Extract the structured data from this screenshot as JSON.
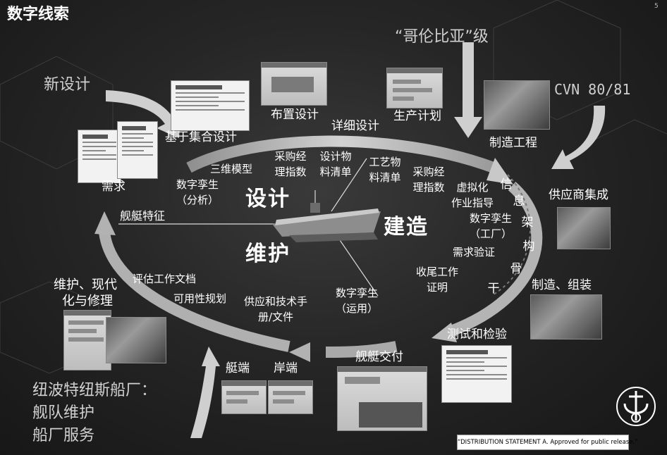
{
  "title": "数字线索",
  "page_number": "5",
  "left_labels": {
    "new_design": "新设计",
    "ship_characteristics": "舰艇特征",
    "maintenance_line1": "维护、现代",
    "maintenance_line2": "化与修理"
  },
  "top_right": {
    "columbia_class": "“哥伦比亚”级",
    "cvn": "CVN 80/81"
  },
  "stage_labels": {
    "requirements": "需求",
    "set_based_design": "基于集合设计",
    "arrangement_design": "布置设计",
    "detail_design": "详细设计",
    "production_planning": "生产计划",
    "manufacturing_engineering": "制造工程",
    "supplier_integration": "供应商集成",
    "manufacture_assembly": "制造、组装",
    "test_inspection": "测试和检验",
    "ship_delivery": "舰艇交付",
    "shipboard": "艇端",
    "shore": "岸端"
  },
  "inner_labels": {
    "model_3d": "三维模型",
    "purchase_index_1_line1": "采购经",
    "purchase_index_1_line2": "理指数",
    "design_bom_line1": "设计物",
    "design_bom_line2": "料清单",
    "process_bom_line1": "工艺物",
    "process_bom_line2": "料清单",
    "purchase_index_2_line1": "采购经",
    "purchase_index_2_line2": "理指数",
    "virtual_work_line1": "虚拟化",
    "virtual_work_line2": "作业指导",
    "twin_analysis_line1": "数字孪生",
    "twin_analysis_line2": "（分析）",
    "twin_factory_line1": "数字孪生",
    "twin_factory_line2": "（工厂）",
    "requirements_verification": "需求验证",
    "closeout_line1": "收尾工作",
    "closeout_line2": "证明",
    "twin_operation_line1": "数字孪生",
    "twin_operation_line2": "（运用）",
    "supply_manual_line1": "供应和技术手",
    "supply_manual_line2": "册/文件",
    "availability_planning": "可用性规划",
    "assess_work_docs": "评估工作文档"
  },
  "phases": {
    "design": "设计",
    "build": "建造",
    "maintain": "维护"
  },
  "backbone": [
    "信",
    "息",
    "架",
    "构",
    "骨",
    "干"
  ],
  "bottom_left": {
    "line1": "纽波特纽斯船厂：",
    "line2": "舰队维护",
    "line3": "船厂服务"
  },
  "footer": "“DISTRIBUTION STATEMENT A. Approved for public release.”",
  "colors": {
    "arrow": "#cfcfcf",
    "ring": "#bcbcbc",
    "text": "#ffffff"
  }
}
